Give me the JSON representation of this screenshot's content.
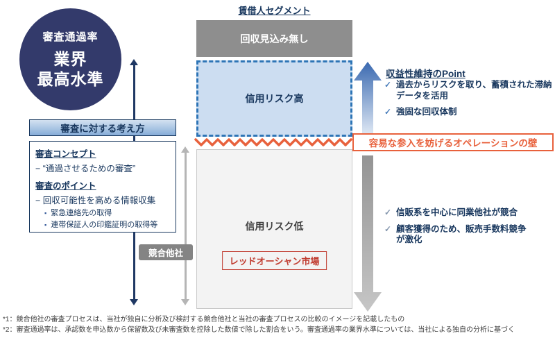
{
  "colors": {
    "navy": "#17365d",
    "circle_navy": "#333a6b",
    "accent_blue": "#2e75b6",
    "light_blue_fill": "#ccddf1",
    "gray_box": "#8e8e8e",
    "light_gray_box": "#f3f3f3",
    "orange": "#e8613c",
    "red": "#c03a2e"
  },
  "icons": {
    "check": "✓",
    "bullet": "▪"
  },
  "badge": {
    "label": "審査通過率",
    "line1": "業界",
    "line2": "最高水準"
  },
  "approach": {
    "header": "審査に対する考え方",
    "concept_title": "審査コンセプト",
    "concept_item": "− “通過させるための審査”",
    "point_title": "審査のポイント",
    "point_item": "− 回収可能性を高める情報収集",
    "sub_item1": "緊急連絡先の取得",
    "sub_item2": "連帯保証人の印鑑証明の取得等"
  },
  "competitors_label": "競合他社",
  "segment": {
    "title": "賃借人セグメント",
    "no_recovery": "回収見込み無し",
    "high_risk": "信用リスク高",
    "low_risk": "信用リスク低",
    "red_ocean": "レッドオーシャン市場"
  },
  "profitability": {
    "title": "収益性維持のPoint",
    "item1": "過去からリスクを取り、蓄積された滞納データを活用",
    "item2": "強固な回収体制"
  },
  "wall_label": "容易な参入を妨げるオペレーションの壁",
  "competition": {
    "item1": "信販系を中心に同業他社が競合",
    "item2": "顧客獲得のため、販売手数料競争が激化"
  },
  "footnote1": "*1：競合他社の審査プロセスは、当社が独自に分析及び検討する競合他社と当社の審査プロセスの比較のイメージを記載したもの",
  "footnote2": "*2：審査通過率は、承認数を申込数から保留数及び未審査数を控除した数値で除した割合をいう。審査通過率の業界水準については、当社による独自の分析に基づく"
}
